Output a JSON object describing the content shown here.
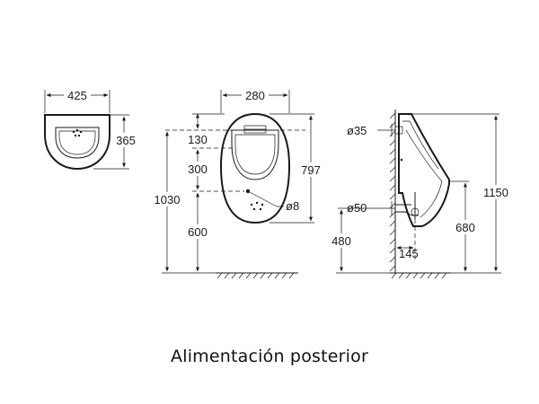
{
  "top_view": {
    "width": "425",
    "depth": "365"
  },
  "front_view": {
    "width": "280",
    "top_offset": "130",
    "spacing": "300",
    "fixing_height": "600",
    "total_height": "1030",
    "body_height": "797",
    "hole_diameter": "ø8"
  },
  "side_view": {
    "inlet_diameter": "ø35",
    "outlet_diameter": "ø50",
    "outlet_height": "480",
    "outlet_offset": "145",
    "rim_height": "680",
    "top_height": "1150"
  },
  "caption": "Alimentación posterior"
}
